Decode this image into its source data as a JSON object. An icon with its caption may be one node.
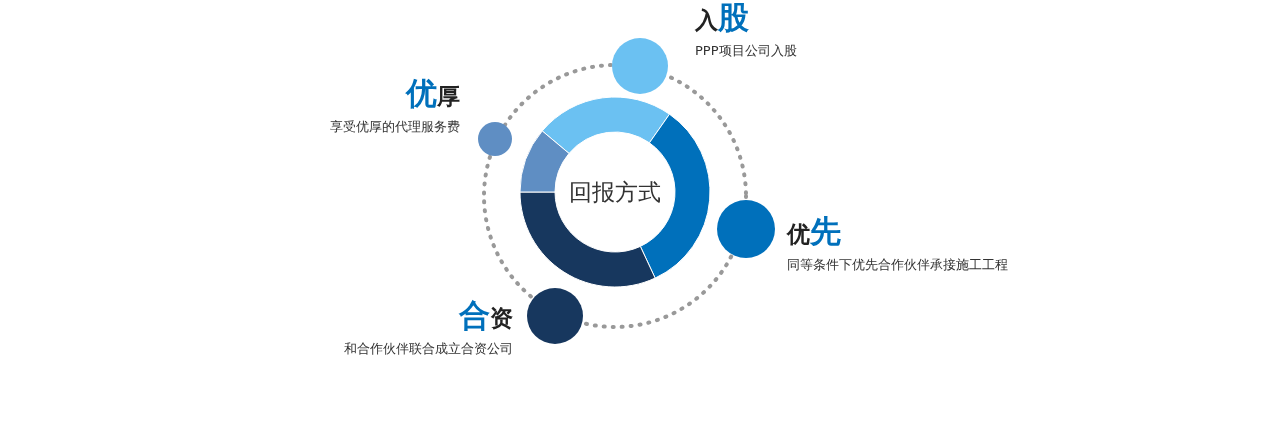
{
  "diagram": {
    "nodes": [
      {
        "text": [
          "回报方式"
        ]
      },
      {
        "text": [
          "入股",
          "PPP项目公司入股"
        ]
      },
      {
        "text": [
          "优厚",
          "享受优厚的代理服务费"
        ]
      },
      {
        "text": [
          "优先",
          "同等条件下优先合作伙伴承接施工工程"
        ]
      },
      {
        "text": [
          "合资",
          "和合作伙伴联合成立合资公司"
        ]
      }
    ]
  }
}
